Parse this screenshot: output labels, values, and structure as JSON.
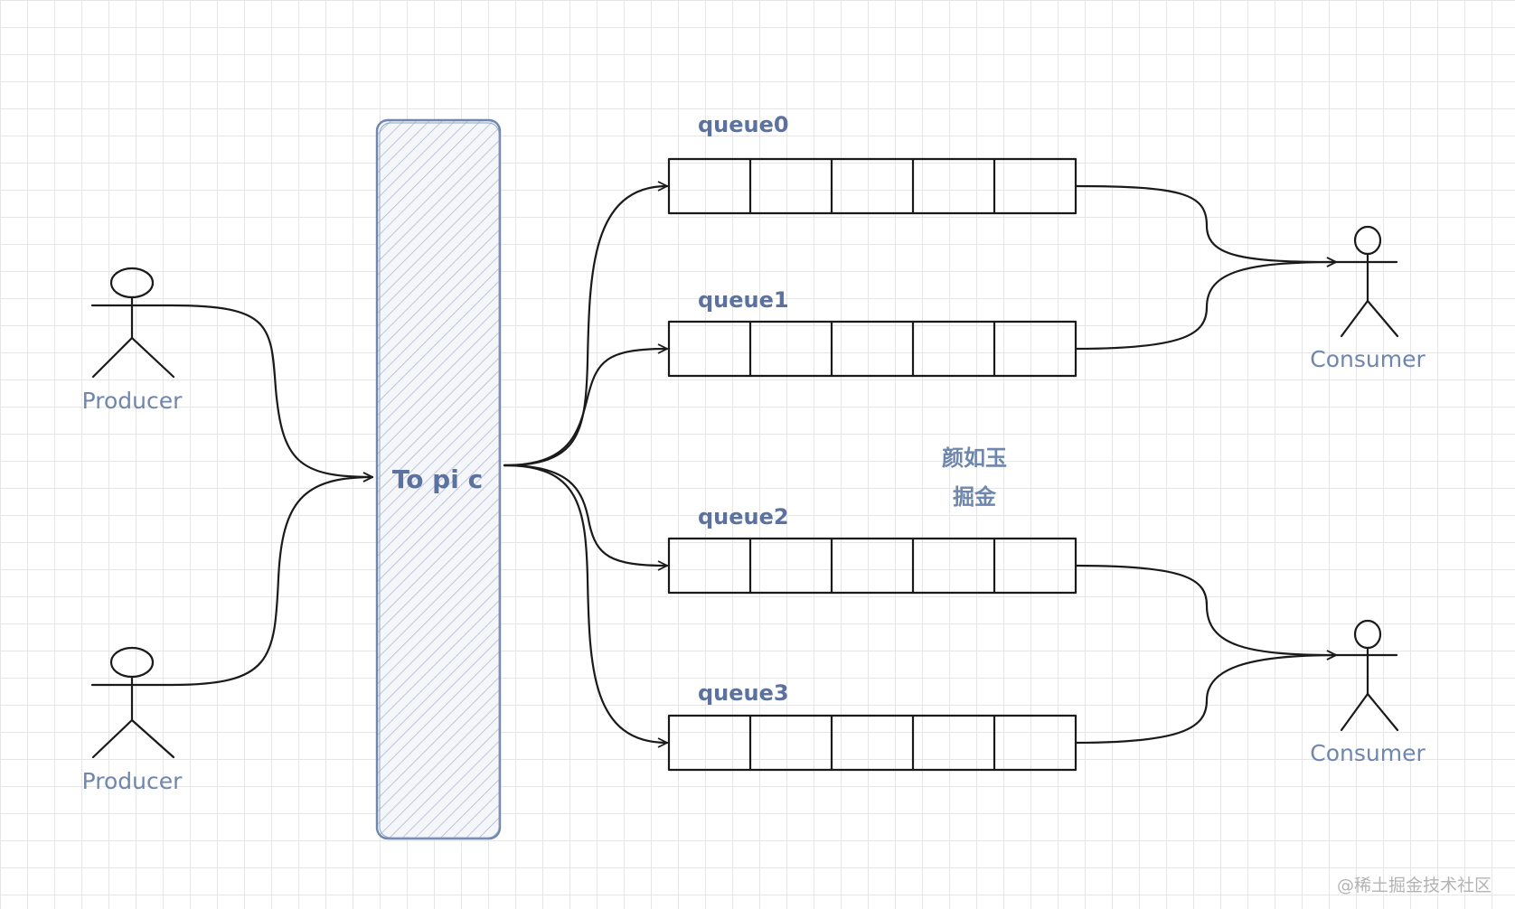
{
  "topic": {
    "label": "To pi c"
  },
  "producers": [
    {
      "label": "Producer"
    },
    {
      "label": "Producer"
    }
  ],
  "queues": [
    {
      "label": "queue0",
      "slots": 5
    },
    {
      "label": "queue1",
      "slots": 5
    },
    {
      "label": "queue2",
      "slots": 5
    },
    {
      "label": "queue3",
      "slots": 5
    }
  ],
  "consumers": [
    {
      "label": "Consumer"
    },
    {
      "label": "Consumer"
    }
  ],
  "watermark": {
    "line1": "颜如玉",
    "line2": "掘金"
  },
  "footer": {
    "text": "@稀土掘金技术社区"
  },
  "colors": {
    "label": "#6f86ad",
    "topic_fill": "#dde5f0",
    "topic_border": "#6f86ad",
    "stroke": "#1a1a1a"
  }
}
